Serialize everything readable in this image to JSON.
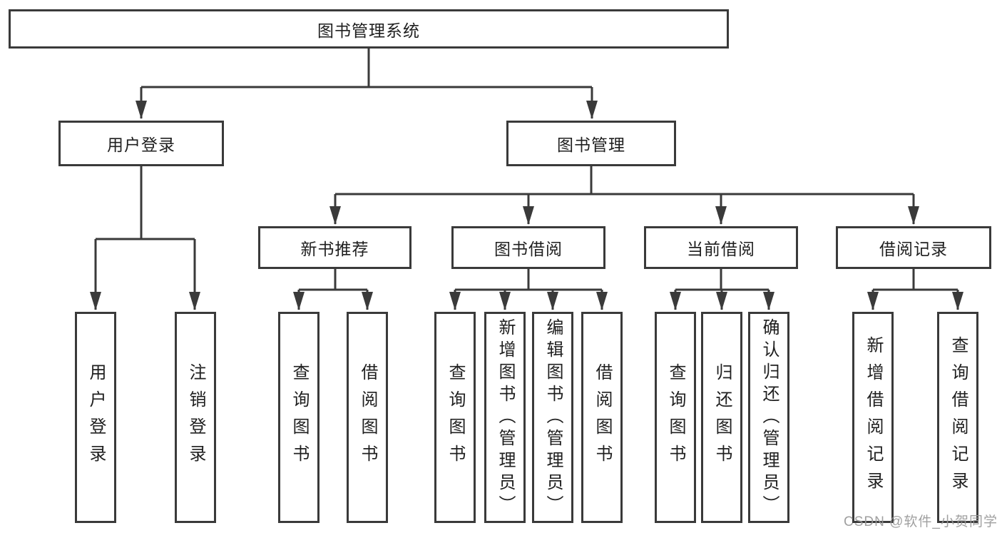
{
  "diagram": {
    "root": {
      "label": "图书管理系统"
    },
    "level2": {
      "user_login": {
        "label": "用户登录"
      },
      "book_management": {
        "label": "图书管理"
      }
    },
    "level3": {
      "new_book_recommend": {
        "label": "新书推荐"
      },
      "book_borrow": {
        "label": "图书借阅"
      },
      "current_borrow": {
        "label": "当前借阅"
      },
      "borrow_records": {
        "label": "借阅记录"
      }
    },
    "leaves": {
      "user_login": [
        "用户登录",
        "注销登录"
      ],
      "new_book_recommend": [
        "查询图书",
        "借阅图书"
      ],
      "book_borrow": [
        "查询图书",
        "新增图书（管理员）",
        "编辑图书（管理员）",
        "借阅图书"
      ],
      "current_borrow": [
        "查询图书",
        "归还图书",
        "确认归还（管理员）"
      ],
      "borrow_records": [
        "新增借阅记录",
        "查询借阅记录"
      ]
    },
    "colors": {
      "line": "#3a3a3a",
      "text": "#1f1f1f",
      "watermark": "#989898",
      "background": "#ffffff"
    },
    "watermark": "CSDN @软件_小贺同学"
  }
}
